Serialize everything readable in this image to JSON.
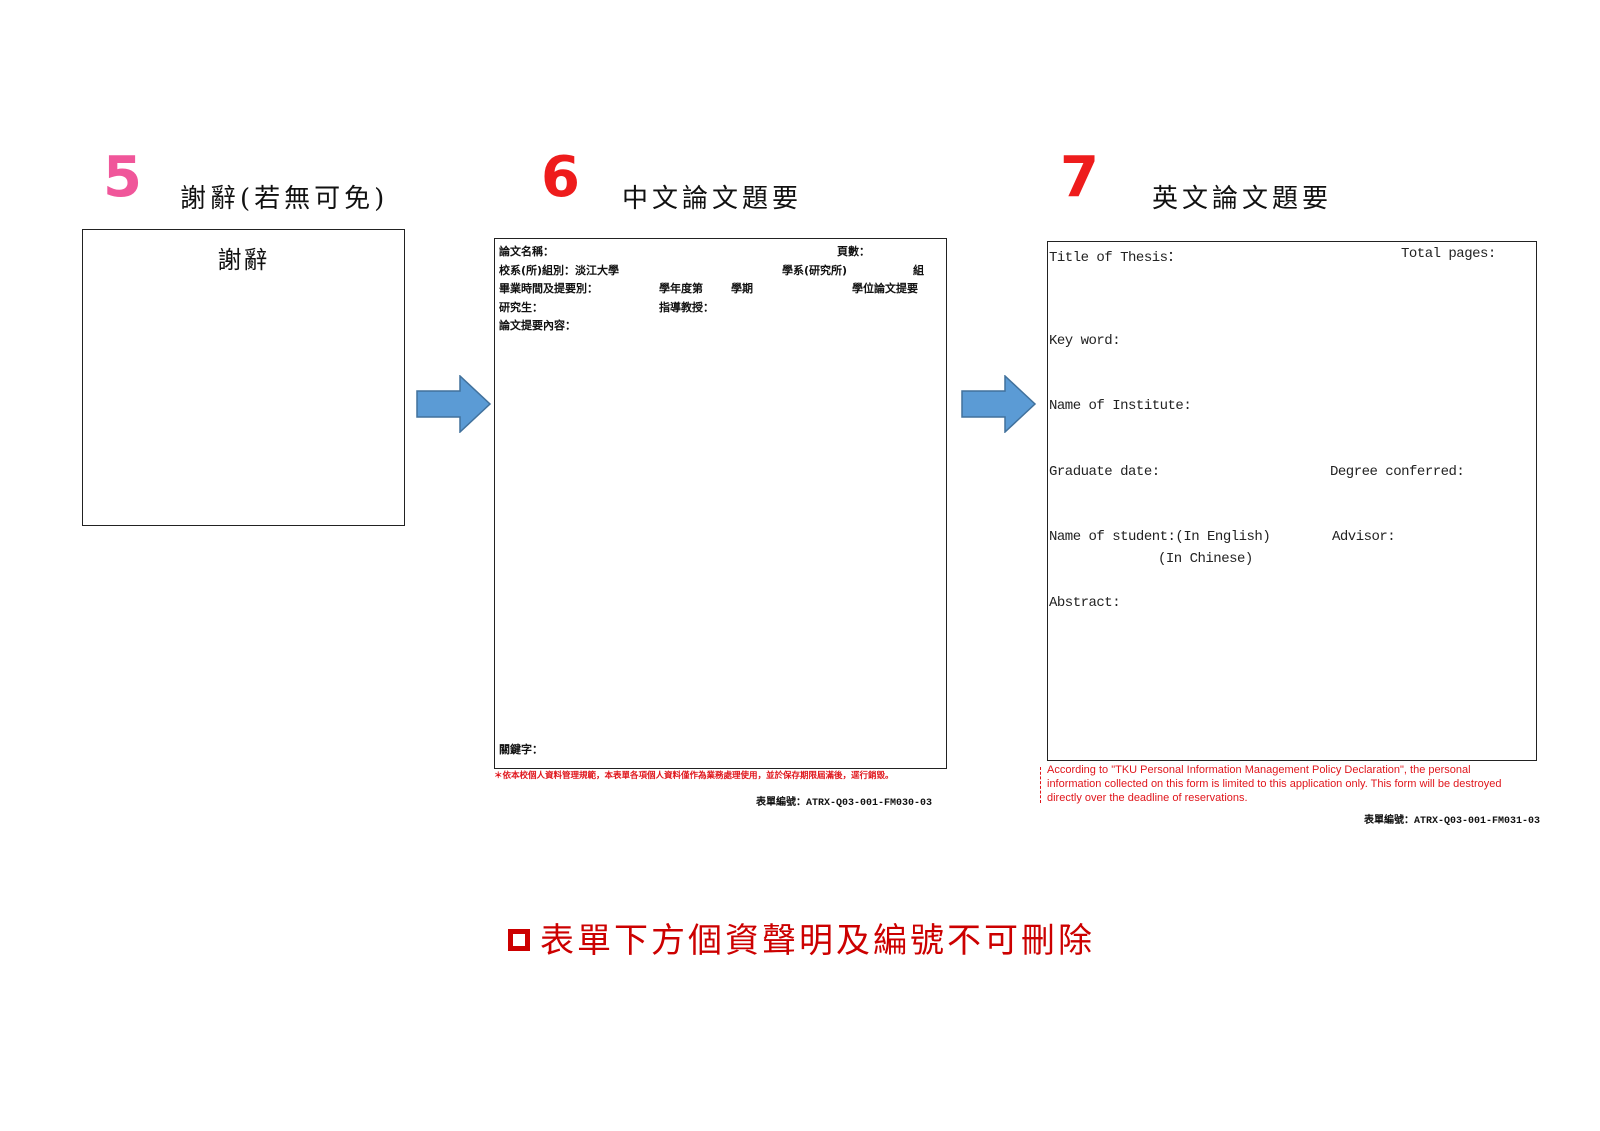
{
  "steps": [
    {
      "number": "5",
      "title": "謝辭(若無可免)",
      "number_color": "#f0569a"
    },
    {
      "number": "6",
      "title": "中文論文題要",
      "number_color": "#ee1c1c"
    },
    {
      "number": "7",
      "title": "英文論文題要",
      "number_color": "#ee1c1c"
    }
  ],
  "ack_form": {
    "heading": "謝辭"
  },
  "zh_form": {
    "title_label": "論文名稱：",
    "pages_label": "頁數：",
    "school_label": "校系(所)組別：淡江大學",
    "dept_label": "學系(研究所)",
    "group_label": "組",
    "graduate_label": "畢業時間及提要別：",
    "year_label": "學年度第",
    "semester_label": "學期",
    "degree_label": "學位論文提要",
    "student_label": "研究生：",
    "advisor_label": "指導教授：",
    "content_label": "論文提要內容：",
    "keyword_label": "關鍵字：",
    "privacy_notice": "＊依本校個人資料管理規範，本表單各項個人資料僅作為業務處理使用，並於保存期限屆滿後，逕行銷毀。",
    "form_code": "表單編號：ATRX-Q03-001-FM030-03"
  },
  "en_form": {
    "title_label": "Title of Thesis：",
    "pages_label": "Total pages:",
    "keyword_label": "Key word:",
    "institute_label": "Name of Institute:",
    "graduate_label": "Graduate date:",
    "degree_label": "Degree conferred:",
    "student_label": "Name of student:(In English)",
    "student_chinese_label": "(In Chinese)",
    "advisor_label": "Advisor:",
    "abstract_label": "Abstract:",
    "privacy_notice": "According to \"TKU Personal Information Management Policy Declaration\", the personal information collected on this form is limited to this application only. This form will be destroyed directly over the deadline of reservations.",
    "form_code": "表單編號：ATRX-Q03-001-FM031-03"
  },
  "bottom_note": "表單下方個資聲明及編號不可刪除",
  "colors": {
    "arrow": "#5b9bd5",
    "arrow_stroke": "#41719c",
    "notice": "#e0161c"
  }
}
